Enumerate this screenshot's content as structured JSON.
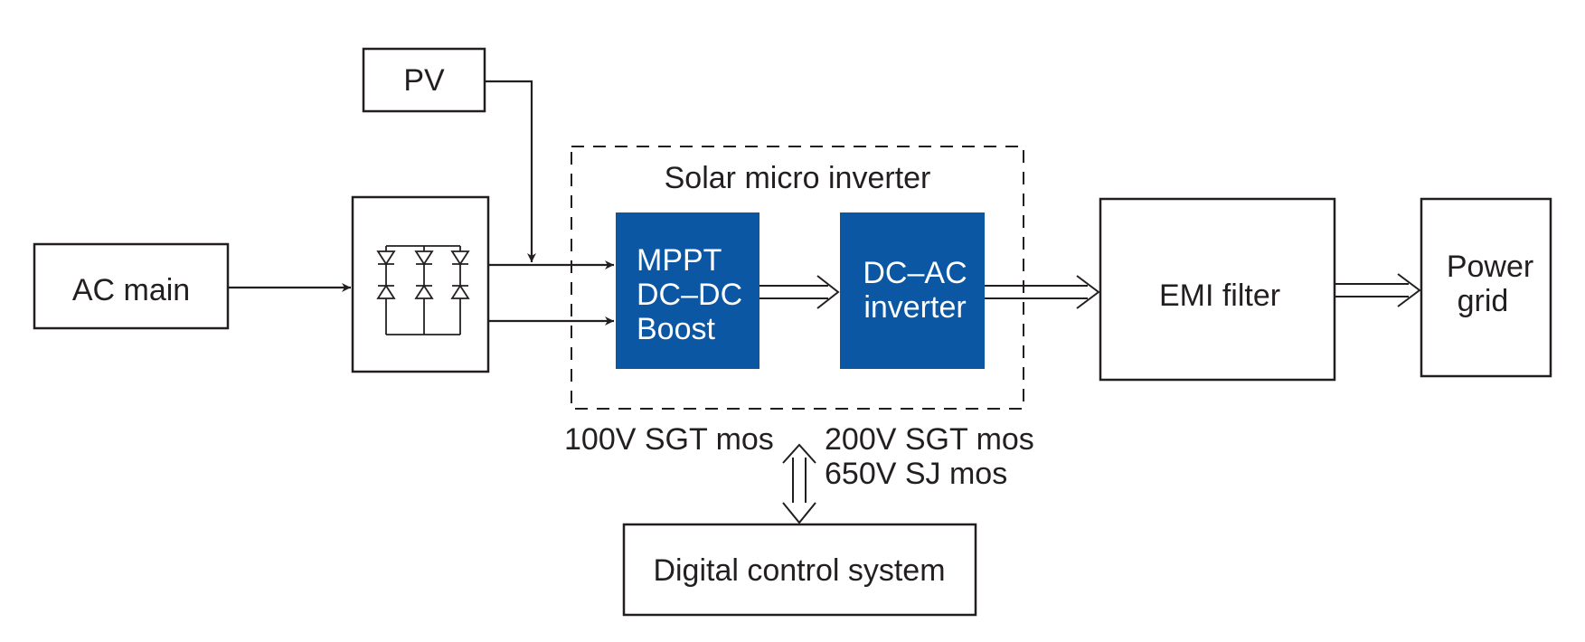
{
  "colors": {
    "block_fill": "#0b57a4",
    "line": "#231f20",
    "block_text": "#ffffff"
  },
  "nodes": {
    "pv": {
      "label": "PV"
    },
    "ac_main": {
      "label": "AC main"
    },
    "rectifier": {
      "icon": "diode-bridge-rectifier-icon"
    },
    "micro_inverter": {
      "label": "Solar micro inverter"
    },
    "mppt": {
      "lines": [
        "MPPT",
        "DC–DC",
        "Boost"
      ]
    },
    "dcac": {
      "lines": [
        "DC–AC",
        "inverter"
      ]
    },
    "emi": {
      "label": "EMI filter"
    },
    "grid": {
      "lines": [
        "Power",
        "grid"
      ]
    },
    "digital": {
      "label": "Digital control system"
    }
  },
  "annotations": {
    "mppt_device": "100V SGT mos",
    "dcac_devices": [
      "200V SGT mos",
      "650V SJ mos"
    ]
  },
  "edges": [
    {
      "from": "ac_main",
      "to": "rectifier",
      "style": "single-arrow"
    },
    {
      "from": "pv",
      "to": "rectifier-output-top",
      "style": "single-arrow"
    },
    {
      "from": "rectifier",
      "to": "mppt",
      "style": "single-arrow"
    },
    {
      "from": "mppt",
      "to": "dcac",
      "style": "double-arrow"
    },
    {
      "from": "dcac",
      "to": "emi",
      "style": "double-arrow"
    },
    {
      "from": "emi",
      "to": "grid",
      "style": "double-arrow"
    },
    {
      "from": "micro_inverter",
      "to": "digital",
      "style": "bidirectional-double-arrow"
    }
  ]
}
